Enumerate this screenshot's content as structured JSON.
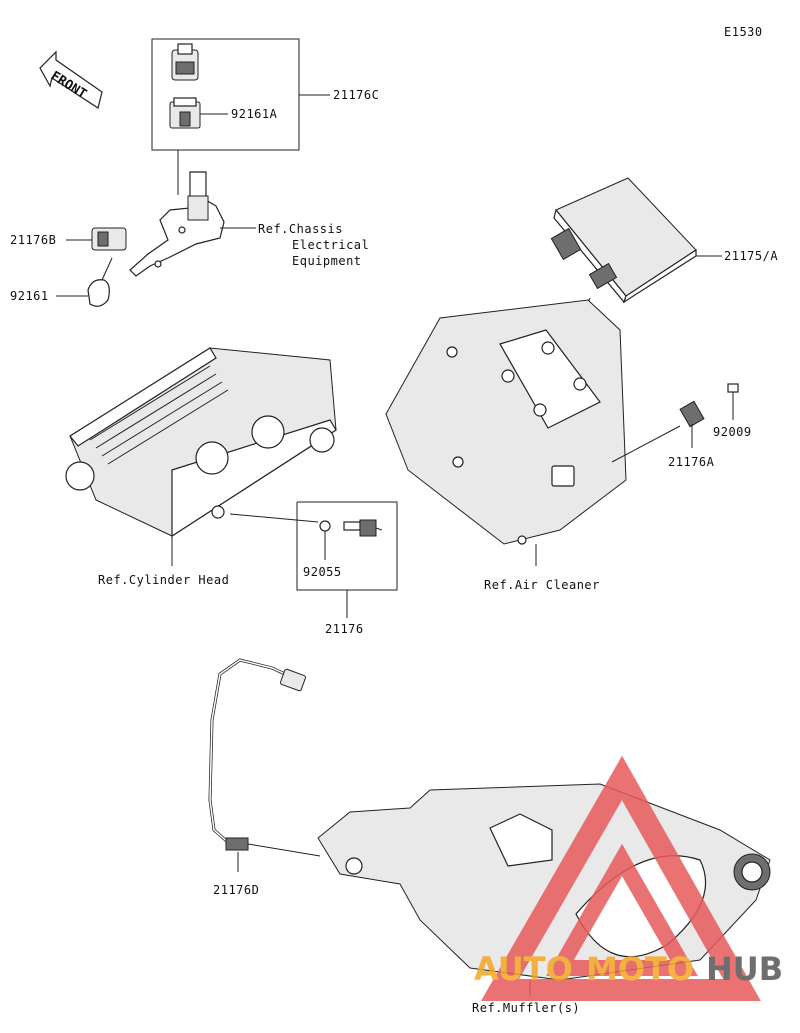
{
  "figure_code": "E1530",
  "front_label": "FRONT",
  "labels": {
    "p21176C": "21176C",
    "p92161A": "92161A",
    "p21176B": "21176B",
    "p92161": "92161",
    "ref_chassis_1": "Ref.Chassis",
    "ref_chassis_2": "Electrical",
    "ref_chassis_3": "Equipment",
    "p21175A": "21175/A",
    "p92009": "92009",
    "p21176A": "21176A",
    "ref_cylinder_head": "Ref.Cylinder Head",
    "p92055": "92055",
    "p21176": "21176",
    "ref_air_cleaner": "Ref.Air Cleaner",
    "p21176D": "21176D",
    "ref_muffler": "Ref.Muffler(s)"
  },
  "watermark": {
    "text_auto": "AUTO",
    "text_moto": "MOTO",
    "text_hub": "HUB",
    "color_red": "#e85a5a",
    "color_orange": "#f5a623",
    "color_gray": "#555555"
  }
}
